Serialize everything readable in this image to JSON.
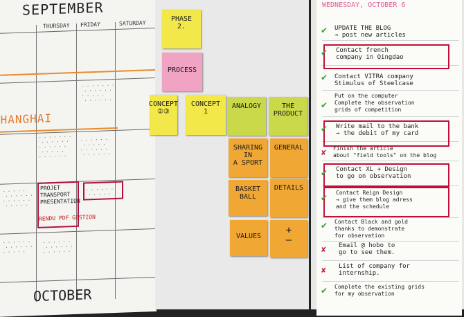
{
  "calendar": {
    "month_top": "SEPTEMBER",
    "month_bottom": "OCTOBER",
    "days": [
      "THURSDAY",
      "FRIDAY",
      "SATURDAY"
    ],
    "city": "SHANGHAI",
    "project_note": "PROJET\nTRANSPORT\nPRESENTATION",
    "deadline": "RENDU PDF GESTION",
    "accent_orange": "#e88a2e",
    "accent_red": "#b01040"
  },
  "board": {
    "notes": [
      {
        "title": "PHASE\n2.",
        "color": "#f3e84a"
      },
      {
        "title": "PROCESS",
        "color": "#f1a3c3"
      },
      {
        "title": "CONCEPT\n②③",
        "color": "#f3e84a"
      },
      {
        "title": "CONCEPT\n1",
        "color": "#f3e84a"
      },
      {
        "title": "ANALOGY",
        "color": "#c9d94a"
      },
      {
        "title": "THE\nPRODUCT",
        "color": "#c9d94a"
      },
      {
        "title": "SHARING\nIN\nA SPORT",
        "color": "#f0a733"
      },
      {
        "title": "GENERAL",
        "color": "#f0a733"
      },
      {
        "title": "BASKET\nBALL",
        "color": "#f0a733"
      },
      {
        "title": "DETAILS",
        "color": "#f0a733"
      },
      {
        "title": "VALUES",
        "color": "#f0a733"
      },
      {
        "title": "+\n—",
        "color": "#f0a733"
      }
    ]
  },
  "todo": {
    "heading": "WEDNESDAY, OCTOBER 6",
    "tasks": [
      {
        "text": "UPDATE THE BLOG\n→ post new articles",
        "mark": "✔",
        "highlight": false
      },
      {
        "text": "Contact french\ncompany in Qingdao",
        "mark": "✔",
        "highlight": true
      },
      {
        "text": "Contact VITRA company\nStimulus of Steelcase",
        "mark": "✔",
        "highlight": false
      },
      {
        "text": "Put on the computer\nComplete the observation\ngrids of competition",
        "mark": "✔",
        "highlight": false
      },
      {
        "text": "Write mail to the bank\n→ the debit of my card",
        "mark": "✔",
        "highlight": true
      },
      {
        "text": "Finish the article\nabout \"field tools\" on the blog",
        "mark": "✘",
        "highlight": false
      },
      {
        "text": "Contact XL + Design\nto go on observation",
        "mark": "✔",
        "highlight": true
      },
      {
        "text": "Contact Reign Design\n→ give them blog adress\nand the schedule",
        "mark": "✔",
        "highlight": true
      },
      {
        "text": "Contact Black and gold\nthanks to demonstrate\nfor observation",
        "mark": "✔",
        "highlight": false
      },
      {
        "text": "Email @ hobo to\ngo to see them.",
        "mark": "✘",
        "highlight": false
      },
      {
        "text": "List of company for\ninternship.",
        "mark": "✘",
        "highlight": false
      },
      {
        "text": "Complete the existing grids\nfor my observation",
        "mark": "✔",
        "highlight": false
      }
    ],
    "check_color": "#3aa035",
    "cross_color": "#c02040",
    "heading_color": "#e05a9a"
  }
}
